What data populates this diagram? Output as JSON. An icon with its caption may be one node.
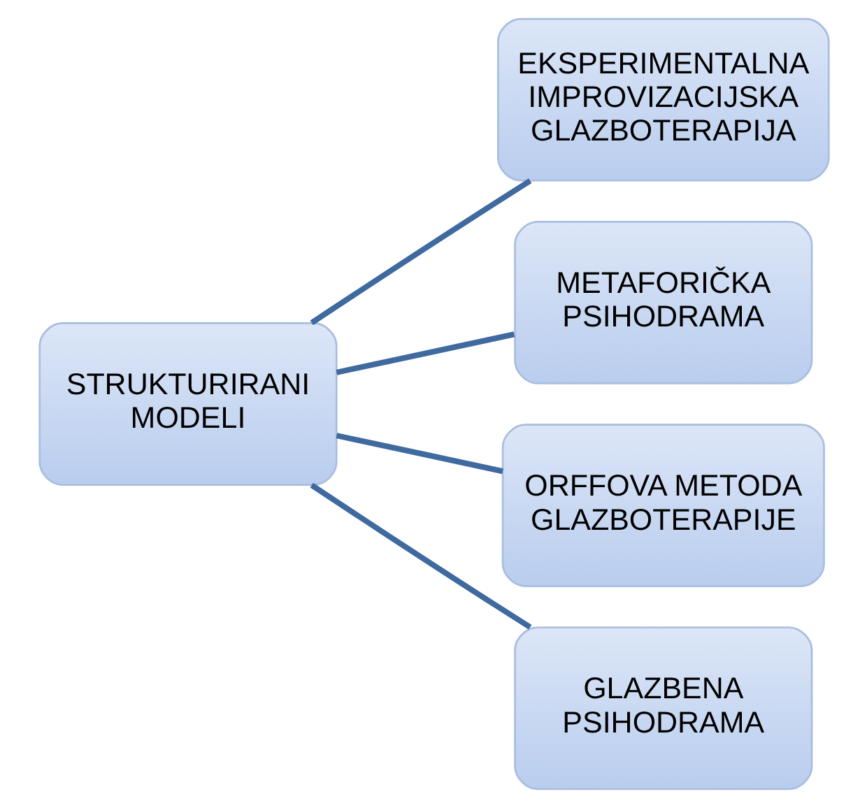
{
  "diagram": {
    "nodes": [
      {
        "text": [
          "STRUKTURIRANI MODELI"
        ]
      },
      {
        "text": [
          "EKSPERIMENTALNA IMPROVIZACIJSKA GLAZBOTERAPIJA"
        ]
      },
      {
        "text": [
          "METAFORIČKA PSIHODRAMA"
        ]
      },
      {
        "text": [
          "ORFFOVA METODA GLAZBOTERAPIJE"
        ]
      },
      {
        "text": [
          "GLAZBENA PSIHODRAMA"
        ]
      }
    ],
    "edges": [
      {
        "from": 0,
        "to": 1,
        "arrow": "none"
      },
      {
        "from": 0,
        "to": 2,
        "arrow": "none"
      },
      {
        "from": 0,
        "to": 3,
        "arrow": "none"
      },
      {
        "from": 0,
        "to": 4,
        "arrow": "none"
      }
    ]
  }
}
